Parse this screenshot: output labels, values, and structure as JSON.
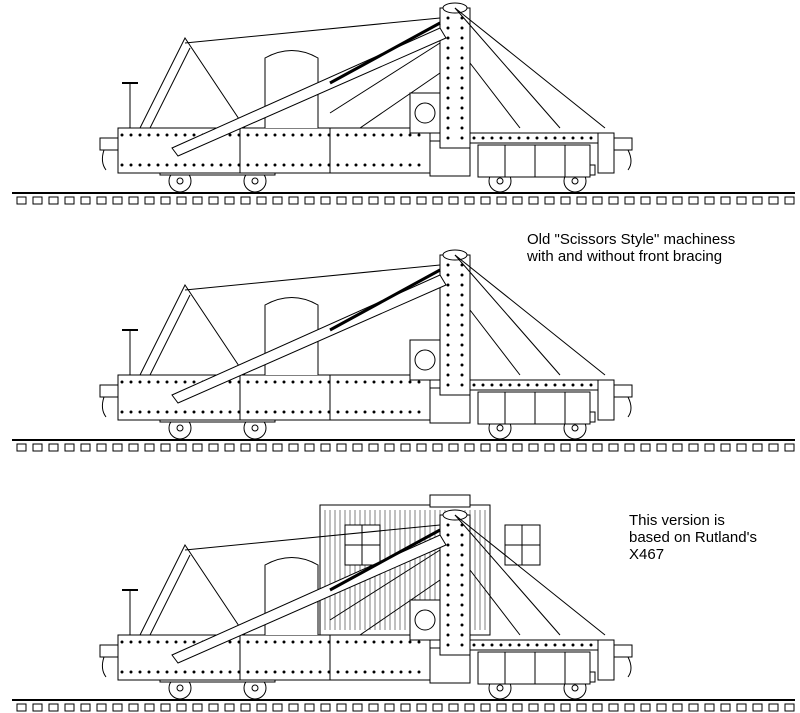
{
  "captions": {
    "scissors_style": "Old \"Scissors Style\" machiness\nwith and without front bracing",
    "rutland": "This version is\nbased on Rutland's\nX467"
  },
  "drawings": [
    {
      "name": "scissors-style-with-front-bracing",
      "front_bracing": true
    },
    {
      "name": "scissors-style-without-front-bracing",
      "front_bracing": false
    },
    {
      "name": "rutland-x467-version",
      "front_bracing": true,
      "cab": true
    }
  ],
  "colors": {
    "line": "#000000",
    "background": "#ffffff"
  }
}
